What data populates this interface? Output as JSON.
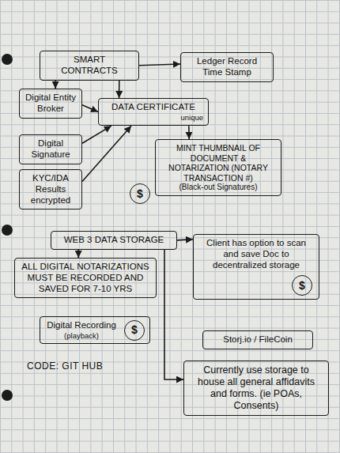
{
  "diagram": {
    "nodes": [
      {
        "text": [
          "SMART CONTRACTS"
        ]
      },
      {
        "text": [
          "Ledger Record Time Stamp"
        ]
      },
      {
        "text": [
          "Digital Entity Broker"
        ]
      },
      {
        "text": [
          "DATA CERTIFICATE",
          "unique"
        ]
      },
      {
        "text": [
          "Digital Signature"
        ]
      },
      {
        "text": [
          "KYC/IDA Results encrypted"
        ]
      },
      {
        "text": [
          "MINT THUMBNAIL OF DOCUMENT & NOTARIZATION (NOTARY TRANSACTION #)",
          "(Black-out Signatures)"
        ]
      },
      {
        "text": [
          "$"
        ]
      },
      {
        "text": [
          "WEB 3 DATA STORAGE"
        ]
      },
      {
        "text": [
          "ALL DIGITAL NOTARIZATIONS MUST BE RECORDED AND SAVED FOR 7-10 YRS"
        ]
      },
      {
        "text": [
          "Digital Recording",
          "(playback)"
        ]
      },
      {
        "text": [
          "$"
        ],
        "in": 10
      },
      {
        "text": [
          "Client has option to scan and save Doc to decentralized storage"
        ]
      },
      {
        "text": [
          "$"
        ],
        "in": 12
      },
      {
        "text": [
          "Storj.io / FileCoin"
        ]
      },
      {
        "text": [
          "Currently use storage to house all general affidavits and forms. (ie POAs, Consents)"
        ]
      }
    ],
    "edges": [
      {
        "from": 0,
        "to": 1,
        "arrow": "to"
      },
      {
        "from": 0,
        "to": 2,
        "arrow": "to"
      },
      {
        "from": 0,
        "to": 3,
        "arrow": "to"
      },
      {
        "from": 2,
        "to": 3,
        "arrow": "to"
      },
      {
        "from": 4,
        "to": 3,
        "arrow": "to"
      },
      {
        "from": 5,
        "to": 3,
        "arrow": "to"
      },
      {
        "from": 3,
        "to": 6,
        "arrow": "to"
      },
      {
        "from": 8,
        "to": 12,
        "arrow": "to"
      },
      {
        "from": 8,
        "to": 9,
        "arrow": "to"
      },
      {
        "from": 8,
        "to": 15,
        "arrow": "to"
      }
    ],
    "labels": [
      "CODE: GIT HUB"
    ]
  }
}
